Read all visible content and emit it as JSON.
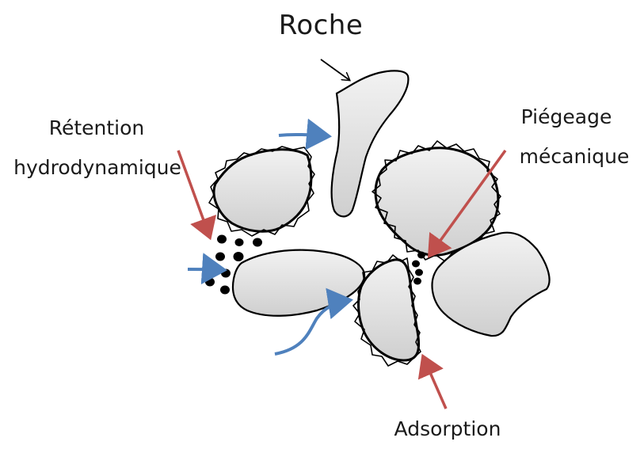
{
  "labels": {
    "rock": "Roche",
    "hydro_retention_line1": "Rétention",
    "hydro_retention_line2": "hydrodynamique",
    "mechanical_trapping_line1": "Piégeage",
    "mechanical_trapping_line2": "mécanique",
    "adsorption": "Adsorption"
  },
  "colors": {
    "grain_fill": "#d9d9d9",
    "outline": "#000000",
    "flow_arrow": "#4f81bd",
    "mechanism_arrow": "#c0504d",
    "particle": "#000000"
  }
}
